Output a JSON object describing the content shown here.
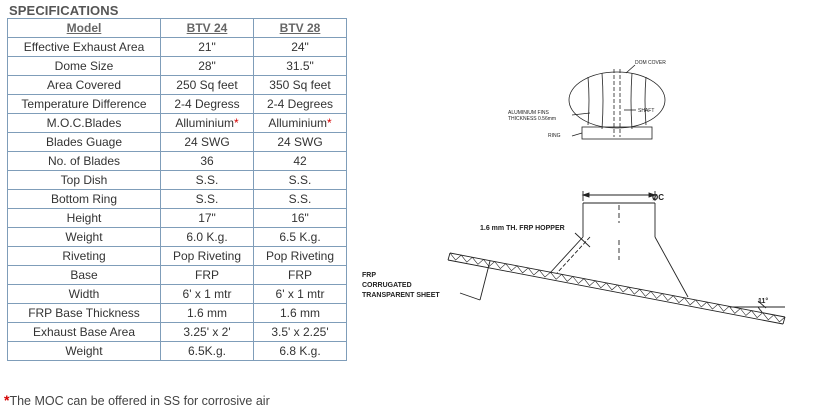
{
  "heading": "SPECIFICATIONS",
  "table": {
    "headers": [
      "Model",
      "BTV 24",
      "BTV 28"
    ],
    "rows": [
      {
        "label": "Effective Exhaust Area",
        "btv24": "21\"",
        "btv28": "24\""
      },
      {
        "label": "Dome Size",
        "btv24": "28\"",
        "btv28": "31.5\""
      },
      {
        "label": "Area Covered",
        "btv24": "250 Sq feet",
        "btv28": "350 Sq feet"
      },
      {
        "label": "Temperature Difference",
        "btv24": "2-4 Degress",
        "btv28": "2-4 Degrees"
      },
      {
        "label": "M.O.C.Blades",
        "btv24": "Alluminium",
        "btv28": "Alluminium"
      },
      {
        "label": "Blades Guage",
        "btv24": "24 SWG",
        "btv28": "24 SWG"
      },
      {
        "label": "No. of Blades",
        "btv24": "36",
        "btv28": "42"
      },
      {
        "label": "Top Dish",
        "btv24": "S.S.",
        "btv28": "S.S."
      },
      {
        "label": "Bottom Ring",
        "btv24": "S.S.",
        "btv28": "S.S."
      },
      {
        "label": "Height",
        "btv24": "17\"",
        "btv28": "16\""
      },
      {
        "label": "Weight",
        "btv24": "6.0 K.g.",
        "btv28": "6.5 K.g."
      },
      {
        "label": "Riveting",
        "btv24": "Pop Riveting",
        "btv28": "Pop Riveting"
      },
      {
        "label": "Base",
        "btv24": "FRP",
        "btv28": "FRP"
      },
      {
        "label": "Width",
        "btv24": "6' x 1 mtr",
        "btv28": "6' x 1 mtr"
      },
      {
        "label": "FRP Base Thickness",
        "btv24": "1.6 mm",
        "btv28": "1.6 mm"
      },
      {
        "label": "Exhaust Base Area",
        "btv24": "3.25' x 2'",
        "btv28": "3.5' x 2.25'"
      },
      {
        "label": "Weight",
        "btv24": "6.5K.g.",
        "btv28": "6.8 K.g."
      }
    ],
    "asterisk_row_index": 4,
    "asterisk": "*"
  },
  "footnote": {
    "star": "*",
    "text": "The MOC can be offered in SS for corrosive air"
  },
  "drawing": {
    "dom_cover": "DOM COVER",
    "aluminium_fins": "ALUMINIUM FINS",
    "thickness": "THICKNESS 0.56mm",
    "shaft": "SHAFT",
    "ring": "RING",
    "diameter": "ØC",
    "hopper": "1.6 mm TH. FRP HOPPER",
    "frp_line1": "FRP",
    "frp_line2": "CORRUGATED",
    "frp_line3": "TRANSPARENT SHEET",
    "angle": "11°"
  }
}
